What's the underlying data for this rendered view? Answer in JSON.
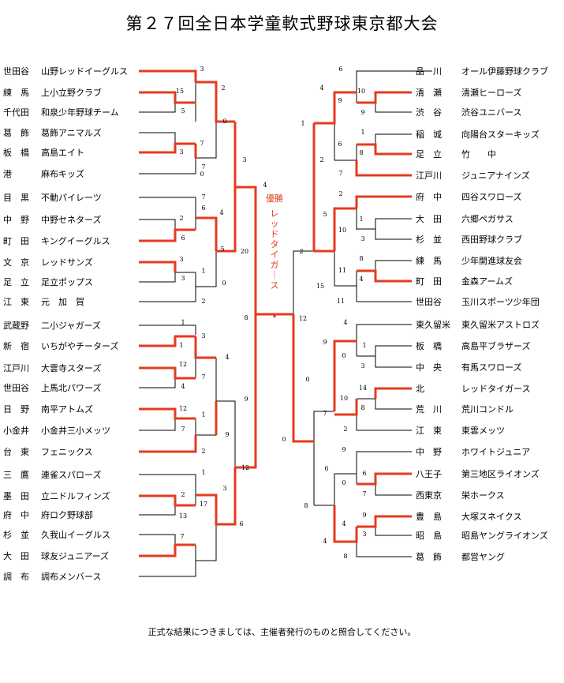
{
  "title": "第２７回全日本学童軟式野球東京都大会",
  "champion_label": "優勝",
  "champion_team": "レッドタイガース",
  "footer": "正式な結果につきましては、主催者発行のものと照合してください。",
  "colors": {
    "winner_line": "#e53b1e",
    "line": "#000000",
    "text": "#000000"
  },
  "left_teams": [
    {
      "area": "世田谷",
      "name": "山野レッドイーグルス"
    },
    {
      "area": "練　馬",
      "name": "上小立野クラブ"
    },
    {
      "area": "千代田",
      "name": "和泉少年野球チーム"
    },
    {
      "area": "葛　飾",
      "name": "葛飾アニマルズ"
    },
    {
      "area": "板　橋",
      "name": "高島エイト"
    },
    {
      "area": "港",
      "name": "麻布キッズ"
    },
    {
      "area": "目　黒",
      "name": "不動パイレーツ"
    },
    {
      "area": "中　野",
      "name": "中野セネターズ"
    },
    {
      "area": "町　田",
      "name": "キングイーグルス"
    },
    {
      "area": "文　京",
      "name": "レッドサンズ"
    },
    {
      "area": "足　立",
      "name": "足立ポップス"
    },
    {
      "area": "江　東",
      "name": "元　加　賀"
    },
    {
      "area": "武蔵野",
      "name": "二小ジャガーズ"
    },
    {
      "area": "新　宿",
      "name": "いちがやチーターズ"
    },
    {
      "area": "江戸川",
      "name": "大雲寺スターズ"
    },
    {
      "area": "世田谷",
      "name": "上馬北パワーズ"
    },
    {
      "area": "日　野",
      "name": "南平アトムズ"
    },
    {
      "area": "小金井",
      "name": "小金井三小メッツ"
    },
    {
      "area": "台　東",
      "name": "フェニックス"
    },
    {
      "area": "三　鷹",
      "name": "連雀スパローズ"
    },
    {
      "area": "墨　田",
      "name": "立二ドルフィンズ"
    },
    {
      "area": "府　中",
      "name": "府ロク野球部"
    },
    {
      "area": "杉　並",
      "name": "久我山イーグルス"
    },
    {
      "area": "大　田",
      "name": "球友ジュニアーズ"
    },
    {
      "area": "調　布",
      "name": "調布メンバース"
    }
  ],
  "right_teams": [
    {
      "area": "品　川",
      "name": "オール伊藤野球クラブ"
    },
    {
      "area": "清　瀬",
      "name": "清瀬ヒーローズ"
    },
    {
      "area": "渋　谷",
      "name": "渋谷ユニバース"
    },
    {
      "area": "稲　城",
      "name": "向陽台スターキッズ"
    },
    {
      "area": "足　立",
      "name": "竹　　中"
    },
    {
      "area": "江戸川",
      "name": "ジュニアナインズ"
    },
    {
      "area": "府　中",
      "name": "四谷スワローズ"
    },
    {
      "area": "大　田",
      "name": "六郷ペガサス"
    },
    {
      "area": "杉　並",
      "name": "西田野球クラブ"
    },
    {
      "area": "練　馬",
      "name": "少年開進球友会"
    },
    {
      "area": "町　田",
      "name": "金森アームズ"
    },
    {
      "area": "世田谷",
      "name": "玉川スポーツ少年団"
    },
    {
      "area": "東久留米",
      "name": "東久留米アストロズ"
    },
    {
      "area": "板　橋",
      "name": "高島平ブラザーズ"
    },
    {
      "area": "中　央",
      "name": "有馬スワローズ"
    },
    {
      "area": "北",
      "name": "レッドタイガース"
    },
    {
      "area": "荒　川",
      "name": "荒川コンドル"
    },
    {
      "area": "江　東",
      "name": "東雲メッツ"
    },
    {
      "area": "中　野",
      "name": "ホワイトジュニア"
    },
    {
      "area": "八王子",
      "name": "第三地区ライオンズ"
    },
    {
      "area": "西東京",
      "name": "栄ホークス"
    },
    {
      "area": "豊　島",
      "name": "大塚スネイクス"
    },
    {
      "area": "昭　島",
      "name": "昭島ヤングライオンズ"
    },
    {
      "area": "葛　飾",
      "name": "都営ヤング"
    }
  ],
  "left_scores": [
    "3",
    "15",
    "5",
    "7",
    "3",
    "7",
    "0",
    "2",
    "0",
    "3",
    "7",
    "2",
    "6",
    "6",
    "4",
    "5",
    "3",
    "3",
    "1",
    "0",
    "2",
    "20",
    "8",
    "4",
    "1",
    "1",
    "3",
    "4",
    "12",
    "4",
    "7",
    "12",
    "7",
    "1",
    "9",
    "2",
    "9",
    "12",
    "1",
    "2",
    "13",
    "17",
    "3",
    "6",
    "7"
  ],
  "right_scores": [
    "6",
    "4",
    "10",
    "9",
    "9",
    "1",
    "1",
    "8",
    "2",
    "6",
    "7",
    "2",
    "5",
    "10",
    "1",
    "3",
    "8",
    "4",
    "2",
    "11",
    "15",
    "11",
    "12",
    "4",
    "9",
    "1",
    "0",
    "3",
    "0",
    "14",
    "8",
    "10",
    "7",
    "2",
    "0",
    "9",
    "6",
    "6",
    "0",
    "7",
    "8",
    "9",
    "4",
    "4",
    "3",
    "8",
    "7",
    "1"
  ]
}
